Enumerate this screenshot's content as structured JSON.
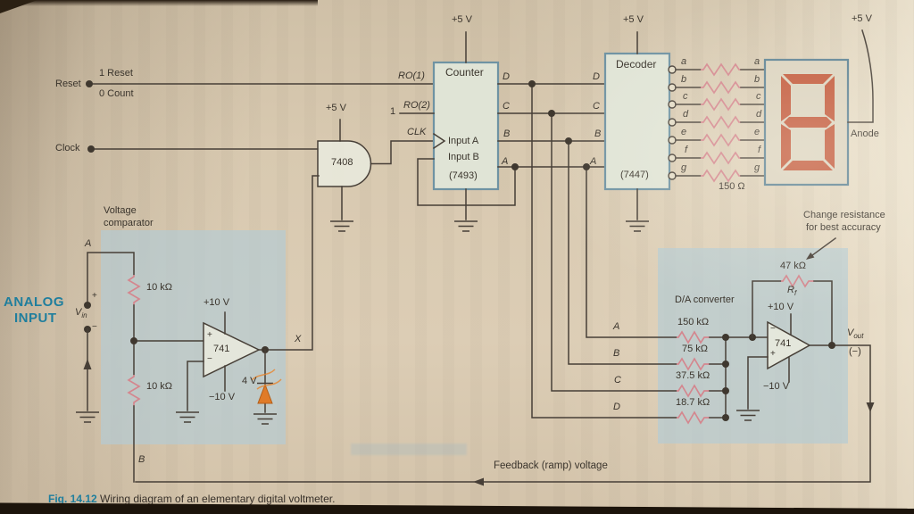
{
  "colors": {
    "accent_teal": "#1f7e9d",
    "wire": "#473f37",
    "box_border": "#6f93a3",
    "shade_blue": "#b4ccd4",
    "resistor_pink": "#d4868e",
    "segment_orange": "#c2583a",
    "zener_orange": "#e07b28"
  },
  "terminals": {
    "reset": "Reset",
    "reset_high": "1 Reset",
    "reset_low": "0 Count",
    "clock": "Clock"
  },
  "analog_input": {
    "line1": "ANALOG",
    "line2": "INPUT",
    "vin_base": "V",
    "vin_sub": "in",
    "plus": "+",
    "minus": "−"
  },
  "gate": {
    "part": "7408",
    "vcc": "+5 V"
  },
  "counter": {
    "title": "Counter",
    "part": "(7493)",
    "vcc": "+5 V",
    "ro1": "RO(1)",
    "ro2": "RO(2)",
    "ro2_level": "1",
    "clk": "CLK",
    "input_a": "Input A",
    "input_b": "Input B",
    "outputs": [
      "D",
      "C",
      "B",
      "A"
    ]
  },
  "bus_labels": [
    "D",
    "C",
    "B",
    "A"
  ],
  "decoder": {
    "title": "Decoder",
    "part": "(7447)",
    "vcc": "+5 V",
    "segments_left": [
      "a",
      "b",
      "c",
      "d",
      "e",
      "f",
      "g"
    ],
    "segments_right": [
      "a",
      "b",
      "c",
      "d",
      "e",
      "f",
      "g"
    ],
    "resistors": "150 Ω"
  },
  "display": {
    "vcc": "+5 V",
    "anode": "Anode"
  },
  "comparator": {
    "title1": "Voltage",
    "title2": "comparator",
    "node_a": "A",
    "node_b": "B",
    "node_x": "X",
    "r1": "10 kΩ",
    "r2": "10 kΩ",
    "opamp": "741",
    "v_pos": "+10 V",
    "v_neg": "−10 V",
    "zener_v": "4 V",
    "in_plus": "+",
    "in_minus": "−"
  },
  "dac": {
    "title": "D/A converter",
    "rows": [
      {
        "label": "A",
        "value": "150 kΩ"
      },
      {
        "label": "B",
        "value": "75 kΩ"
      },
      {
        "label": "C",
        "value": "37.5 kΩ"
      },
      {
        "label": "D",
        "value": "18.7 kΩ"
      }
    ],
    "rf_value": "47 kΩ",
    "rf_base": "R",
    "rf_sub": "f",
    "opamp": "741",
    "v_pos": "+10 V",
    "v_neg": "−10 V",
    "note1": "Change resistance",
    "note2": "for best accuracy",
    "vout_base": "V",
    "vout_sub": "out",
    "vout_polarity": "(−)",
    "in_plus": "+",
    "in_minus": "−"
  },
  "feedback_label": "Feedback (ramp) voltage",
  "caption": {
    "fig": "Fig. 14.12",
    "text": "Wiring diagram of an  elementary digital voltmeter."
  }
}
